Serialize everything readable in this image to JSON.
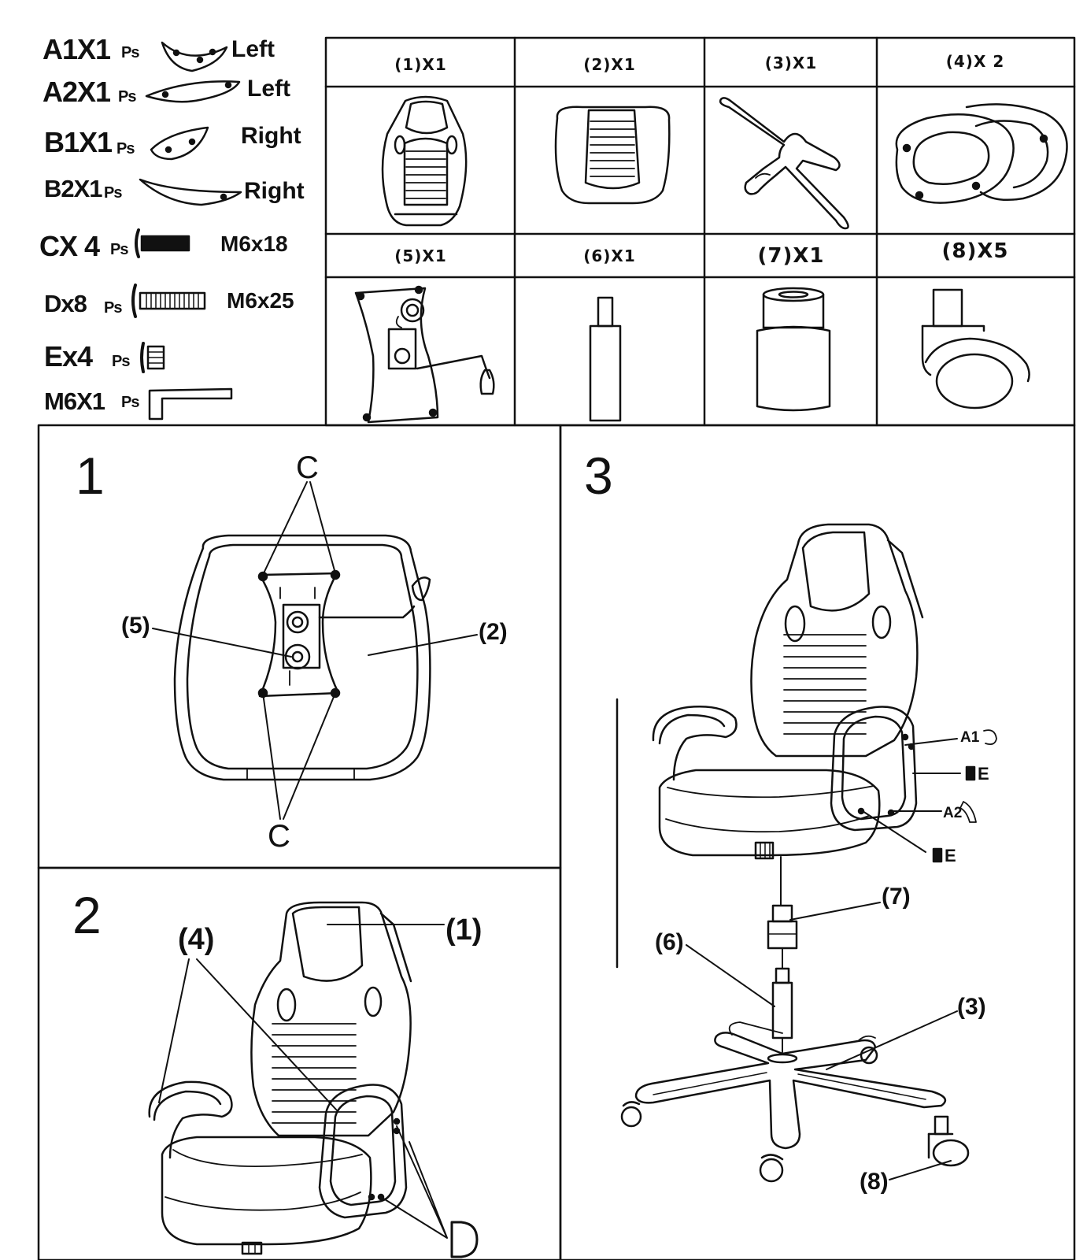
{
  "hardware": [
    {
      "code": "A1X1",
      "qty": "Ps",
      "side": "Left"
    },
    {
      "code": "A2X1",
      "qty": "Ps",
      "side": "Left"
    },
    {
      "code": "B1X1",
      "qty": "Ps",
      "side": "Right"
    },
    {
      "code": "B2X1",
      "qty": "Ps",
      "side": "Right"
    },
    {
      "code": "CX 4",
      "qty": "Ps",
      "spec": "M6x18"
    },
    {
      "code": "Dx8",
      "qty": "Ps",
      "spec": "M6x25"
    },
    {
      "code": "Ex4",
      "qty": "Ps"
    },
    {
      "code": "M6X1",
      "qty": "Ps"
    }
  ],
  "parts": [
    {
      "label": "(1)X1",
      "name": "backrest"
    },
    {
      "label": "(2)X1",
      "name": "seat"
    },
    {
      "label": "(3)X1",
      "name": "base"
    },
    {
      "label": "(4)X 2",
      "name": "armrests"
    },
    {
      "label": "(5)X1",
      "name": "mechanism"
    },
    {
      "label": "(6)X1",
      "name": "gas-lift"
    },
    {
      "label": "(7)X1",
      "name": "gas-lift-cover"
    },
    {
      "label": "(8)X5",
      "name": "caster"
    }
  ],
  "steps": {
    "step1": {
      "number": "1",
      "callouts": {
        "c_top": "C",
        "c_bottom": "C",
        "part5": "(5)",
        "part2": "(2)"
      }
    },
    "step2": {
      "number": "2",
      "callouts": {
        "part4": "(4)",
        "part1": "(1)",
        "d": "D"
      }
    },
    "step3": {
      "number": "3",
      "callouts": {
        "a1": "A1",
        "e_top": "E",
        "a2": "A2",
        "e_bottom": "E",
        "part7": "(7)",
        "part6": "(6)",
        "part3": "(3)",
        "part8": "(8)"
      }
    }
  },
  "colors": {
    "ink": "#111111",
    "paper": "#ffffff"
  }
}
